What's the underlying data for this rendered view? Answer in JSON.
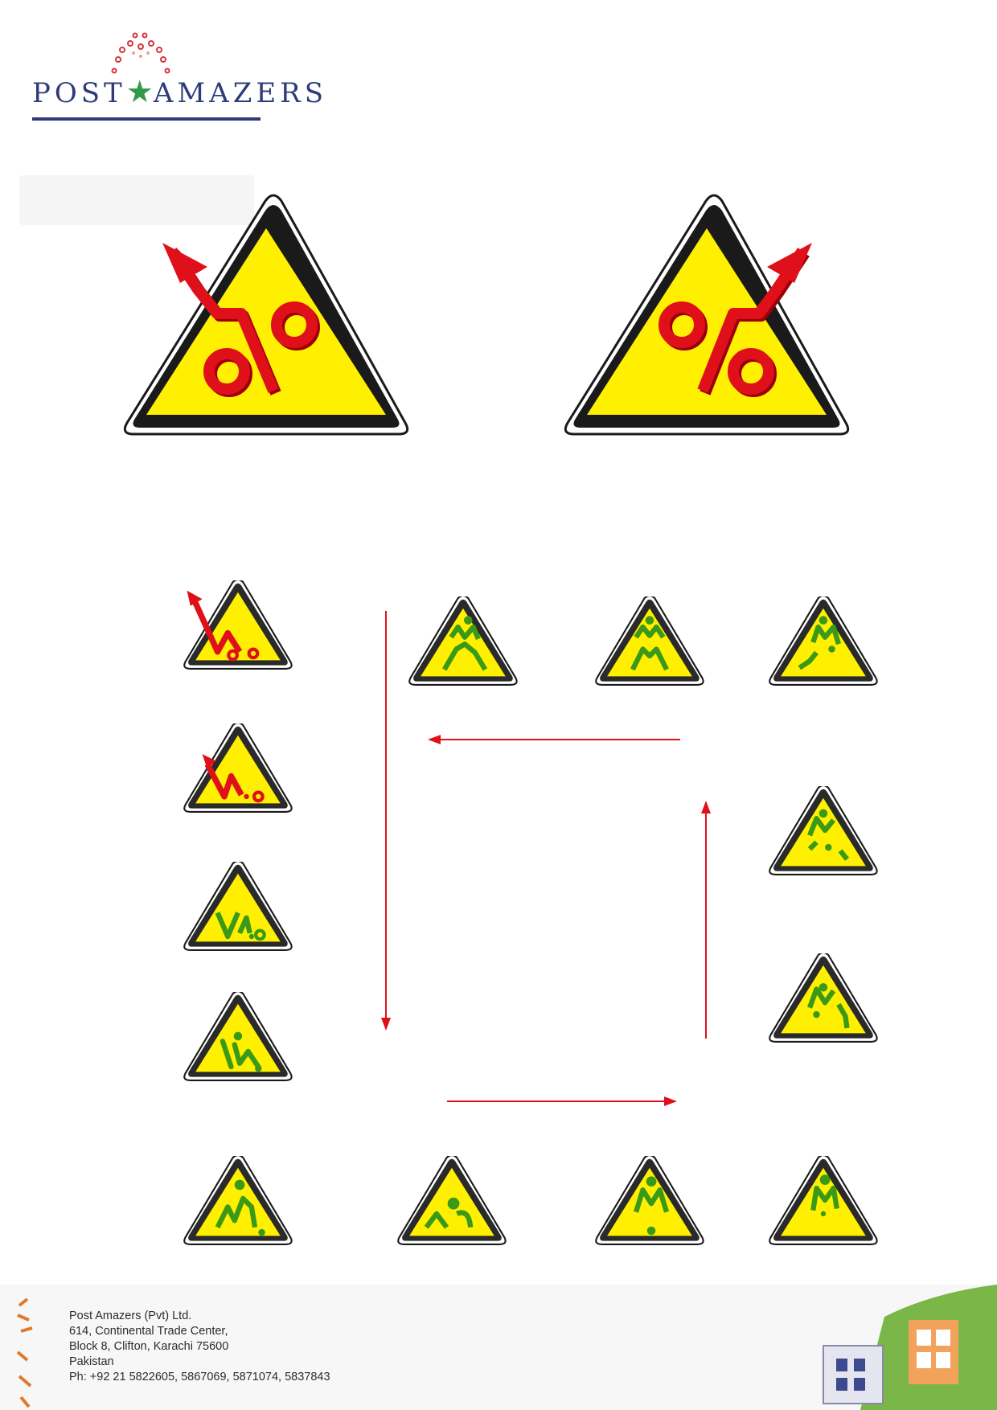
{
  "letterhead": {
    "brand_left": "POST",
    "brand_right": "AMAZERS",
    "star": "★",
    "colors": {
      "navy": "#2d3b7a",
      "green": "#2f9a4c",
      "red": "#d9343a"
    }
  },
  "signs": {
    "colors": {
      "yellow": "#ffef00",
      "border": "#1a1a1a",
      "red": "#e0101a",
      "green": "#3a9a18"
    },
    "large": [
      {
        "name": "percent-up-left",
        "arrow": "up-left"
      },
      {
        "name": "percent-up-right",
        "arrow": "up-right"
      }
    ],
    "sequence_icons": [
      "falling-percent-1",
      "falling-percent-2",
      "green-figure-3",
      "green-figure-4",
      "green-figure-5",
      "green-figure-6",
      "green-figure-7",
      "green-figure-8",
      "green-figure-9",
      "green-figure-10",
      "green-figure-11",
      "green-figure-12",
      "green-figure-13"
    ],
    "flow_arrows": [
      "down",
      "right",
      "up",
      "left"
    ]
  },
  "footer": {
    "company": "Post Amazers (Pvt) Ltd.",
    "address1": "614, Continental Trade Center,",
    "address2": "Block 8, Clifton, Karachi 75600",
    "country": "Pakistan",
    "phone": "Ph:  +92 21 5822605, 5867069, 5871074, 5837843"
  }
}
